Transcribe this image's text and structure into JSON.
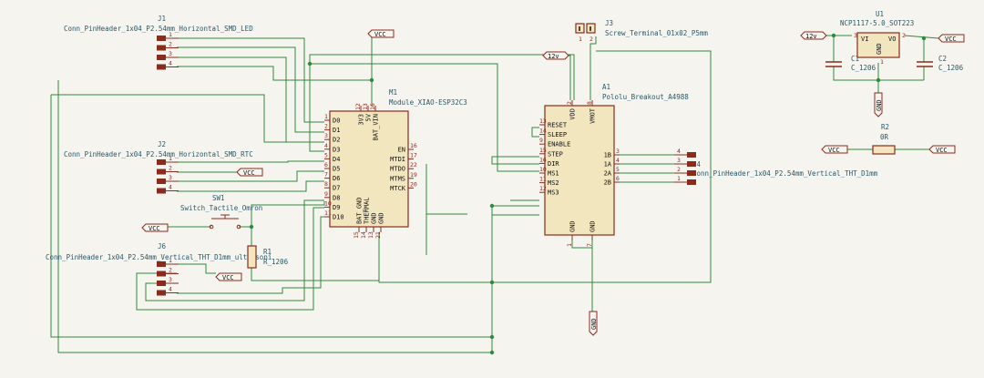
{
  "colors": {
    "wire": "#2f8a3c",
    "body": "#8a2b1c",
    "body_fill": "#f2e6bf",
    "text": "#2a5868",
    "background": "#f5f4ef"
  },
  "components": {
    "J1": {
      "ref": "J1",
      "value": "Conn_PinHeader_1x04_P2.54mm_Horizontal_SMD_LED",
      "pins": [
        "1",
        "2",
        "3",
        "4"
      ]
    },
    "J2": {
      "ref": "J2",
      "value": "Conn_PinHeader_1x04_P2.54mm_Horizontal_SMD_RTC",
      "pins": [
        "1",
        "2",
        "3",
        "4"
      ]
    },
    "J3": {
      "ref": "J3",
      "value": "Screw_Terminal_01x02_P5mm",
      "pins": [
        "1",
        "2"
      ]
    },
    "J4": {
      "ref": "J4",
      "value": "Conn_PinHeader_1x04_P2.54mm_Vertical_THT_D1mm",
      "pins": [
        "4",
        "3",
        "2",
        "1"
      ]
    },
    "J6": {
      "ref": "J6",
      "value": "Conn_PinHeader_1x04_P2.54mm_Vertical_THT_D1mm_ultrasoni",
      "pins": [
        "1",
        "2",
        "3",
        "4"
      ]
    },
    "SW1": {
      "ref": "SW1",
      "value": "Switch_Tactile_Omron"
    },
    "R1": {
      "ref": "R1",
      "value": "R_1206"
    },
    "R2": {
      "ref": "R2",
      "value": "0R"
    },
    "C1": {
      "ref": "C1",
      "value": "C_1206"
    },
    "C2": {
      "ref": "C2",
      "value": "C_1206"
    },
    "U1": {
      "ref": "U1",
      "value": "NCP1117-5.0_SOT223",
      "pin_vi": "VI",
      "pin_vo": "VO",
      "pin_gnd": "GND",
      "pin_nums": [
        "3",
        "2",
        "1"
      ]
    },
    "M1": {
      "ref": "M1",
      "value": "Module_XIAO-ESP32C3",
      "left_pins": [
        {
          "num": "1",
          "name": "D0"
        },
        {
          "num": "2",
          "name": "D1"
        },
        {
          "num": "3",
          "name": "D2"
        },
        {
          "num": "4",
          "name": "D3"
        },
        {
          "num": "5",
          "name": "D4"
        },
        {
          "num": "6",
          "name": "D5"
        },
        {
          "num": "7",
          "name": "D6"
        },
        {
          "num": "8",
          "name": "D7"
        },
        {
          "num": "9",
          "name": "D8"
        },
        {
          "num": "10",
          "name": "D9"
        },
        {
          "num": "11",
          "name": "D10"
        }
      ],
      "right_pins": [
        {
          "num": "16",
          "name": "EN"
        },
        {
          "num": "17",
          "name": "MTDI"
        },
        {
          "num": "22",
          "name": "MTDO"
        },
        {
          "num": "19",
          "name": "MTMS"
        },
        {
          "num": "20",
          "name": "MTCK"
        }
      ],
      "top_pins": [
        {
          "num": "12",
          "name": "3V3"
        },
        {
          "num": "13",
          "name": "5V"
        },
        {
          "num": "16",
          "name": "BAT_VIN"
        }
      ],
      "bottom_pins": [
        {
          "num": "15",
          "name": "BAT_GND"
        },
        {
          "num": "14",
          "name": "THERMAL"
        },
        {
          "num": "13",
          "name": "GND"
        },
        {
          "num": "21",
          "name": "GND"
        }
      ]
    },
    "A1": {
      "ref": "A1",
      "value": "Pololu_Breakout_A4988",
      "left_pins": [
        {
          "num": "13",
          "name": "RESET"
        },
        {
          "num": "14",
          "name": "SLEEP"
        },
        {
          "num": "9",
          "name": "ENABLE"
        },
        {
          "num": "15",
          "name": "STEP"
        },
        {
          "num": "16",
          "name": "DIR"
        },
        {
          "num": "10",
          "name": "MS1"
        },
        {
          "num": "11",
          "name": "MS2"
        },
        {
          "num": "12",
          "name": "MS3"
        }
      ],
      "right_pins": [
        {
          "num": "3",
          "name": "1B"
        },
        {
          "num": "4",
          "name": "1A"
        },
        {
          "num": "5",
          "name": "2A"
        },
        {
          "num": "6",
          "name": "2B"
        }
      ],
      "top_pins": [
        {
          "num": "2",
          "name": "VDD"
        },
        {
          "num": "8",
          "name": "VMOT"
        }
      ],
      "bottom_pins": [
        {
          "num": "1",
          "name": "GND"
        },
        {
          "num": "7",
          "name": "GND"
        }
      ]
    }
  },
  "labels": {
    "vcc": "VCC",
    "v12": "12v",
    "gnd": "GND"
  }
}
